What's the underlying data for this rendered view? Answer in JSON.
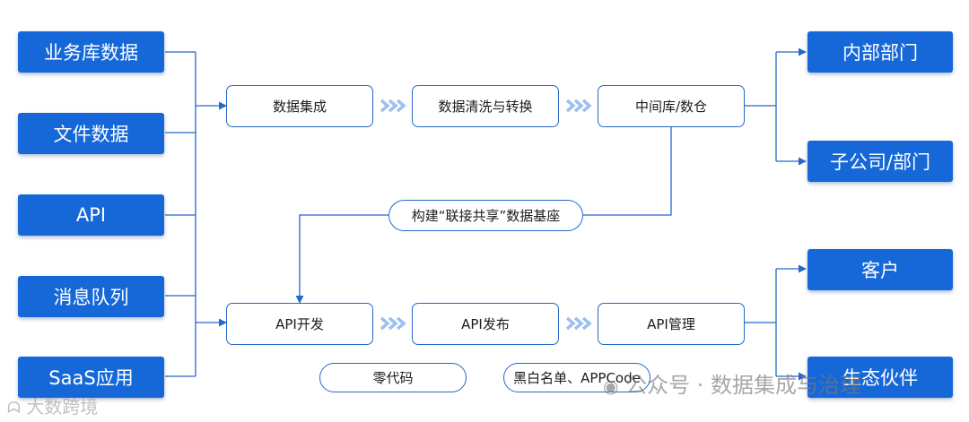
{
  "sources": [
    "业务库数据",
    "文件数据",
    "API",
    "消息队列",
    "SaaS应用"
  ],
  "pipeline_top": [
    "数据集成",
    "数据清洗与转换",
    "中间库/数仓"
  ],
  "pipeline_bottom": [
    "API开发",
    "API发布",
    "API管理"
  ],
  "targets_top": [
    "内部部门",
    "子公司/部门"
  ],
  "targets_bottom": [
    "客户",
    "生态伙伴"
  ],
  "foundation_label": "构建“联接共享”数据基座",
  "badges": [
    "零代码",
    "黑白名单、APPCode"
  ],
  "watermarks": [
    "公众号 · 数据集成与治理",
    "大数跨境"
  ],
  "colors": {
    "primary": "#1668d8",
    "line": "#2668c9",
    "chevron": "#9cc0f0"
  }
}
